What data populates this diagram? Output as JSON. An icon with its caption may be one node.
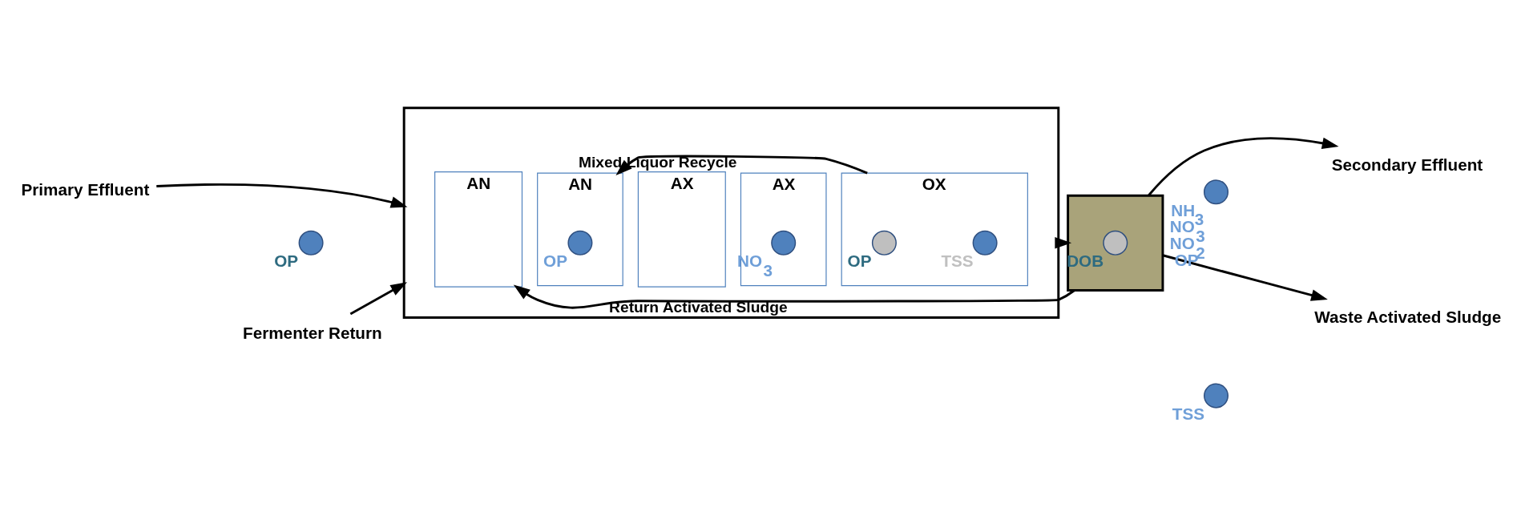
{
  "diagram": {
    "nodes": [
      {
        "text": [
          "Primary Effluent"
        ]
      },
      {
        "text": [
          "Fermenter Return"
        ]
      },
      {
        "text": [],
        "shape": "box"
      },
      {
        "text": [
          "AN"
        ],
        "in": 2
      },
      {
        "text": [
          "AN"
        ],
        "in": 2
      },
      {
        "text": [
          "AX"
        ],
        "in": 2
      },
      {
        "text": [
          "AX"
        ],
        "in": 2
      },
      {
        "text": [
          "OX"
        ],
        "in": 2
      },
      {
        "text": [],
        "shape": "triangle"
      },
      {
        "text": [
          "Secondary Effluent"
        ]
      },
      {
        "text": [
          "Waste Activated Sludge"
        ]
      },
      {
        "text": [],
        "shape": "circle",
        "beside": [
          "OP"
        ]
      },
      {
        "text": [],
        "shape": "circle",
        "beside": [
          "OP"
        ],
        "in": 4
      },
      {
        "text": [],
        "shape": "circle",
        "beside": [
          "NO$_{3}$"
        ],
        "in": 6
      },
      {
        "text": [],
        "shape": "circle",
        "beside": [
          "OP"
        ],
        "in": 7
      },
      {
        "text": [],
        "shape": "circle",
        "beside": [
          "TSS"
        ],
        "in": 7
      },
      {
        "text": [],
        "shape": "circle",
        "beside": [
          "DOB"
        ],
        "in": 8
      },
      {
        "text": [],
        "shape": "circle",
        "beside": [
          "NH$_{3}$",
          "NO$_{3}$",
          "NO$_{2}$",
          "OP"
        ]
      },
      {
        "text": [],
        "shape": "circle",
        "beside": [
          "TSS"
        ]
      }
    ],
    "edges": [
      {
        "from": 0,
        "to": 2,
        "arrow": "to"
      },
      {
        "from": 1,
        "to": 2,
        "arrow": "to"
      },
      {
        "from": 2,
        "to": 8,
        "arrow": "to"
      },
      {
        "from": 8,
        "to": 9,
        "arrow": "to"
      },
      {
        "from": 8,
        "to": 10,
        "arrow": "to"
      },
      {
        "from": 7,
        "to": 4,
        "arrow": "to",
        "label": "Mixed Liquor Recycle"
      },
      {
        "from": 8,
        "to": 3,
        "arrow": "to",
        "label": "Return Activated Sludge"
      }
    ]
  }
}
